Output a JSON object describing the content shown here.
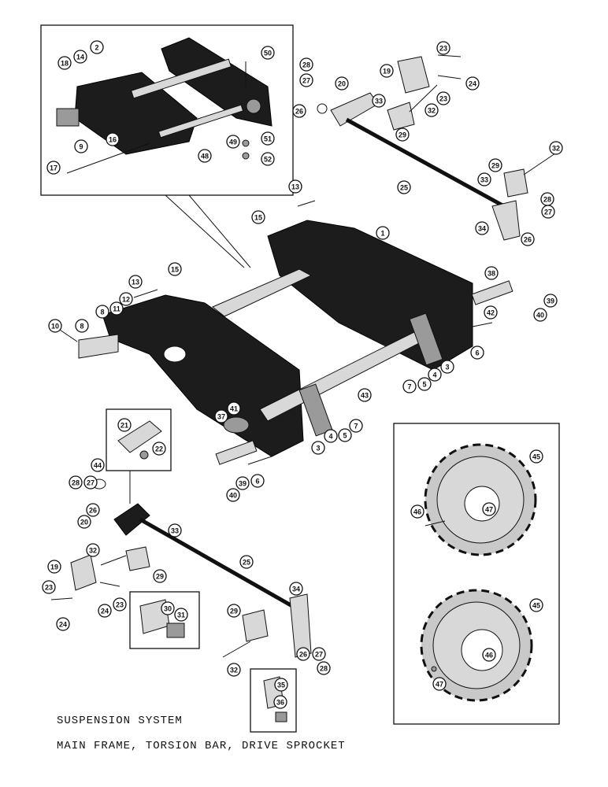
{
  "caption": {
    "line1": "SUSPENSION SYSTEM",
    "line2": "MAIN FRAME, TORSION BAR, DRIVE SPROCKET"
  },
  "callouts": [
    {
      "id": "c50",
      "label": "50"
    },
    {
      "id": "c18",
      "label": "18"
    },
    {
      "id": "c14",
      "label": "14"
    },
    {
      "id": "c2a",
      "label": "2"
    },
    {
      "id": "c9",
      "label": "9"
    },
    {
      "id": "c16",
      "label": "16"
    },
    {
      "id": "c17",
      "label": "17"
    },
    {
      "id": "c48",
      "label": "48"
    },
    {
      "id": "c49",
      "label": "49"
    },
    {
      "id": "c51",
      "label": "51"
    },
    {
      "id": "c52",
      "label": "52"
    },
    {
      "id": "c28a",
      "label": "28"
    },
    {
      "id": "c27a",
      "label": "27"
    },
    {
      "id": "c26a",
      "label": "26"
    },
    {
      "id": "c20",
      "label": "20"
    },
    {
      "id": "c19a",
      "label": "19"
    },
    {
      "id": "c23a",
      "label": "23"
    },
    {
      "id": "c24a",
      "label": "24"
    },
    {
      "id": "c23b",
      "label": "23"
    },
    {
      "id": "c33a",
      "label": "33"
    },
    {
      "id": "c32a",
      "label": "32"
    },
    {
      "id": "c29a",
      "label": "29"
    },
    {
      "id": "c25a",
      "label": "25"
    },
    {
      "id": "c32b",
      "label": "32"
    },
    {
      "id": "c29b",
      "label": "29"
    },
    {
      "id": "c33b",
      "label": "33"
    },
    {
      "id": "c28b",
      "label": "28"
    },
    {
      "id": "c27b",
      "label": "27"
    },
    {
      "id": "c34a",
      "label": "34"
    },
    {
      "id": "c26b",
      "label": "26"
    },
    {
      "id": "c13a",
      "label": "13"
    },
    {
      "id": "c15a",
      "label": "15"
    },
    {
      "id": "c1",
      "label": "1"
    },
    {
      "id": "c15b",
      "label": "15"
    },
    {
      "id": "c13b",
      "label": "13"
    },
    {
      "id": "c12",
      "label": "12"
    },
    {
      "id": "c11",
      "label": "11"
    },
    {
      "id": "c8a",
      "label": "8"
    },
    {
      "id": "c10",
      "label": "10"
    },
    {
      "id": "c8b",
      "label": "8"
    },
    {
      "id": "c38",
      "label": "38"
    },
    {
      "id": "c39a",
      "label": "39"
    },
    {
      "id": "c40a",
      "label": "40"
    },
    {
      "id": "c42",
      "label": "42"
    },
    {
      "id": "c6a",
      "label": "6"
    },
    {
      "id": "c3a",
      "label": "3"
    },
    {
      "id": "c4a",
      "label": "4"
    },
    {
      "id": "c5a",
      "label": "5"
    },
    {
      "id": "c7a",
      "label": "7"
    },
    {
      "id": "c43",
      "label": "43"
    },
    {
      "id": "c37",
      "label": "37"
    },
    {
      "id": "c41",
      "label": "41"
    },
    {
      "id": "c7b",
      "label": "7"
    },
    {
      "id": "c5b",
      "label": "5"
    },
    {
      "id": "c4b",
      "label": "4"
    },
    {
      "id": "c3b",
      "label": "3"
    },
    {
      "id": "c6b",
      "label": "6"
    },
    {
      "id": "c39b",
      "label": "39"
    },
    {
      "id": "c40b",
      "label": "40"
    },
    {
      "id": "c21",
      "label": "21"
    },
    {
      "id": "c22",
      "label": "22"
    },
    {
      "id": "c44",
      "label": "44"
    },
    {
      "id": "c28c",
      "label": "28"
    },
    {
      "id": "c27c",
      "label": "27"
    },
    {
      "id": "c26c",
      "label": "26"
    },
    {
      "id": "c20b",
      "label": "20"
    },
    {
      "id": "c33c",
      "label": "33"
    },
    {
      "id": "c32c",
      "label": "32"
    },
    {
      "id": "c29c",
      "label": "29"
    },
    {
      "id": "c25b",
      "label": "25"
    },
    {
      "id": "c19b",
      "label": "19"
    },
    {
      "id": "c23c",
      "label": "23"
    },
    {
      "id": "c24b",
      "label": "24"
    },
    {
      "id": "c24c",
      "label": "24"
    },
    {
      "id": "c23d",
      "label": "23"
    },
    {
      "id": "c30",
      "label": "30"
    },
    {
      "id": "c31",
      "label": "31"
    },
    {
      "id": "c29d",
      "label": "29"
    },
    {
      "id": "c34b",
      "label": "34"
    },
    {
      "id": "c26d",
      "label": "26"
    },
    {
      "id": "c27d",
      "label": "27"
    },
    {
      "id": "c28d",
      "label": "28"
    },
    {
      "id": "c32d",
      "label": "32"
    },
    {
      "id": "c35",
      "label": "35"
    },
    {
      "id": "c36",
      "label": "36"
    },
    {
      "id": "c45a",
      "label": "45"
    },
    {
      "id": "c46a",
      "label": "46"
    },
    {
      "id": "c47a",
      "label": "47"
    },
    {
      "id": "c45b",
      "label": "45"
    },
    {
      "id": "c46b",
      "label": "46"
    },
    {
      "id": "c47b",
      "label": "47"
    }
  ]
}
